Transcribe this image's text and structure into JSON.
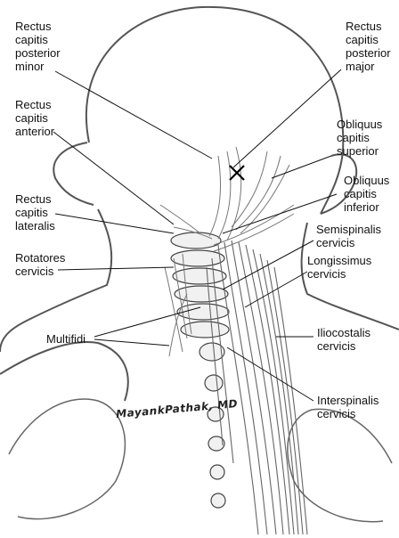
{
  "labels": {
    "rectus_capitis_posterior_minor": "Rectus\ncapitis\nposterior\nminor",
    "rectus_capitis_posterior_major": "Rectus\ncapitis\nposterior\nmajor",
    "rectus_capitis_anterior": "Rectus\ncapitis\nanterior",
    "obliquus_capitis_superior": "Obliquus\ncapitis\nsuperior",
    "obliquus_capitis_inferior": "Obliquus\ncapitis\ninferior",
    "rectus_capitis_lateralis": "Rectus\ncapitis\nlateralis",
    "semispinalis_cervicis": "Semispinalis\ncervicis",
    "rotatores_cervicis": "Rotatores\ncervicis",
    "longissimus_cervicis": "Longissimus\ncervicis",
    "multifidi": "Multifidi",
    "iliocostalis_cervicis": "Iliocostalis\ncervicis",
    "interspinalis_cervicis": "Interspinalis\ncervicis"
  },
  "signature": "MayankPathak, MD"
}
